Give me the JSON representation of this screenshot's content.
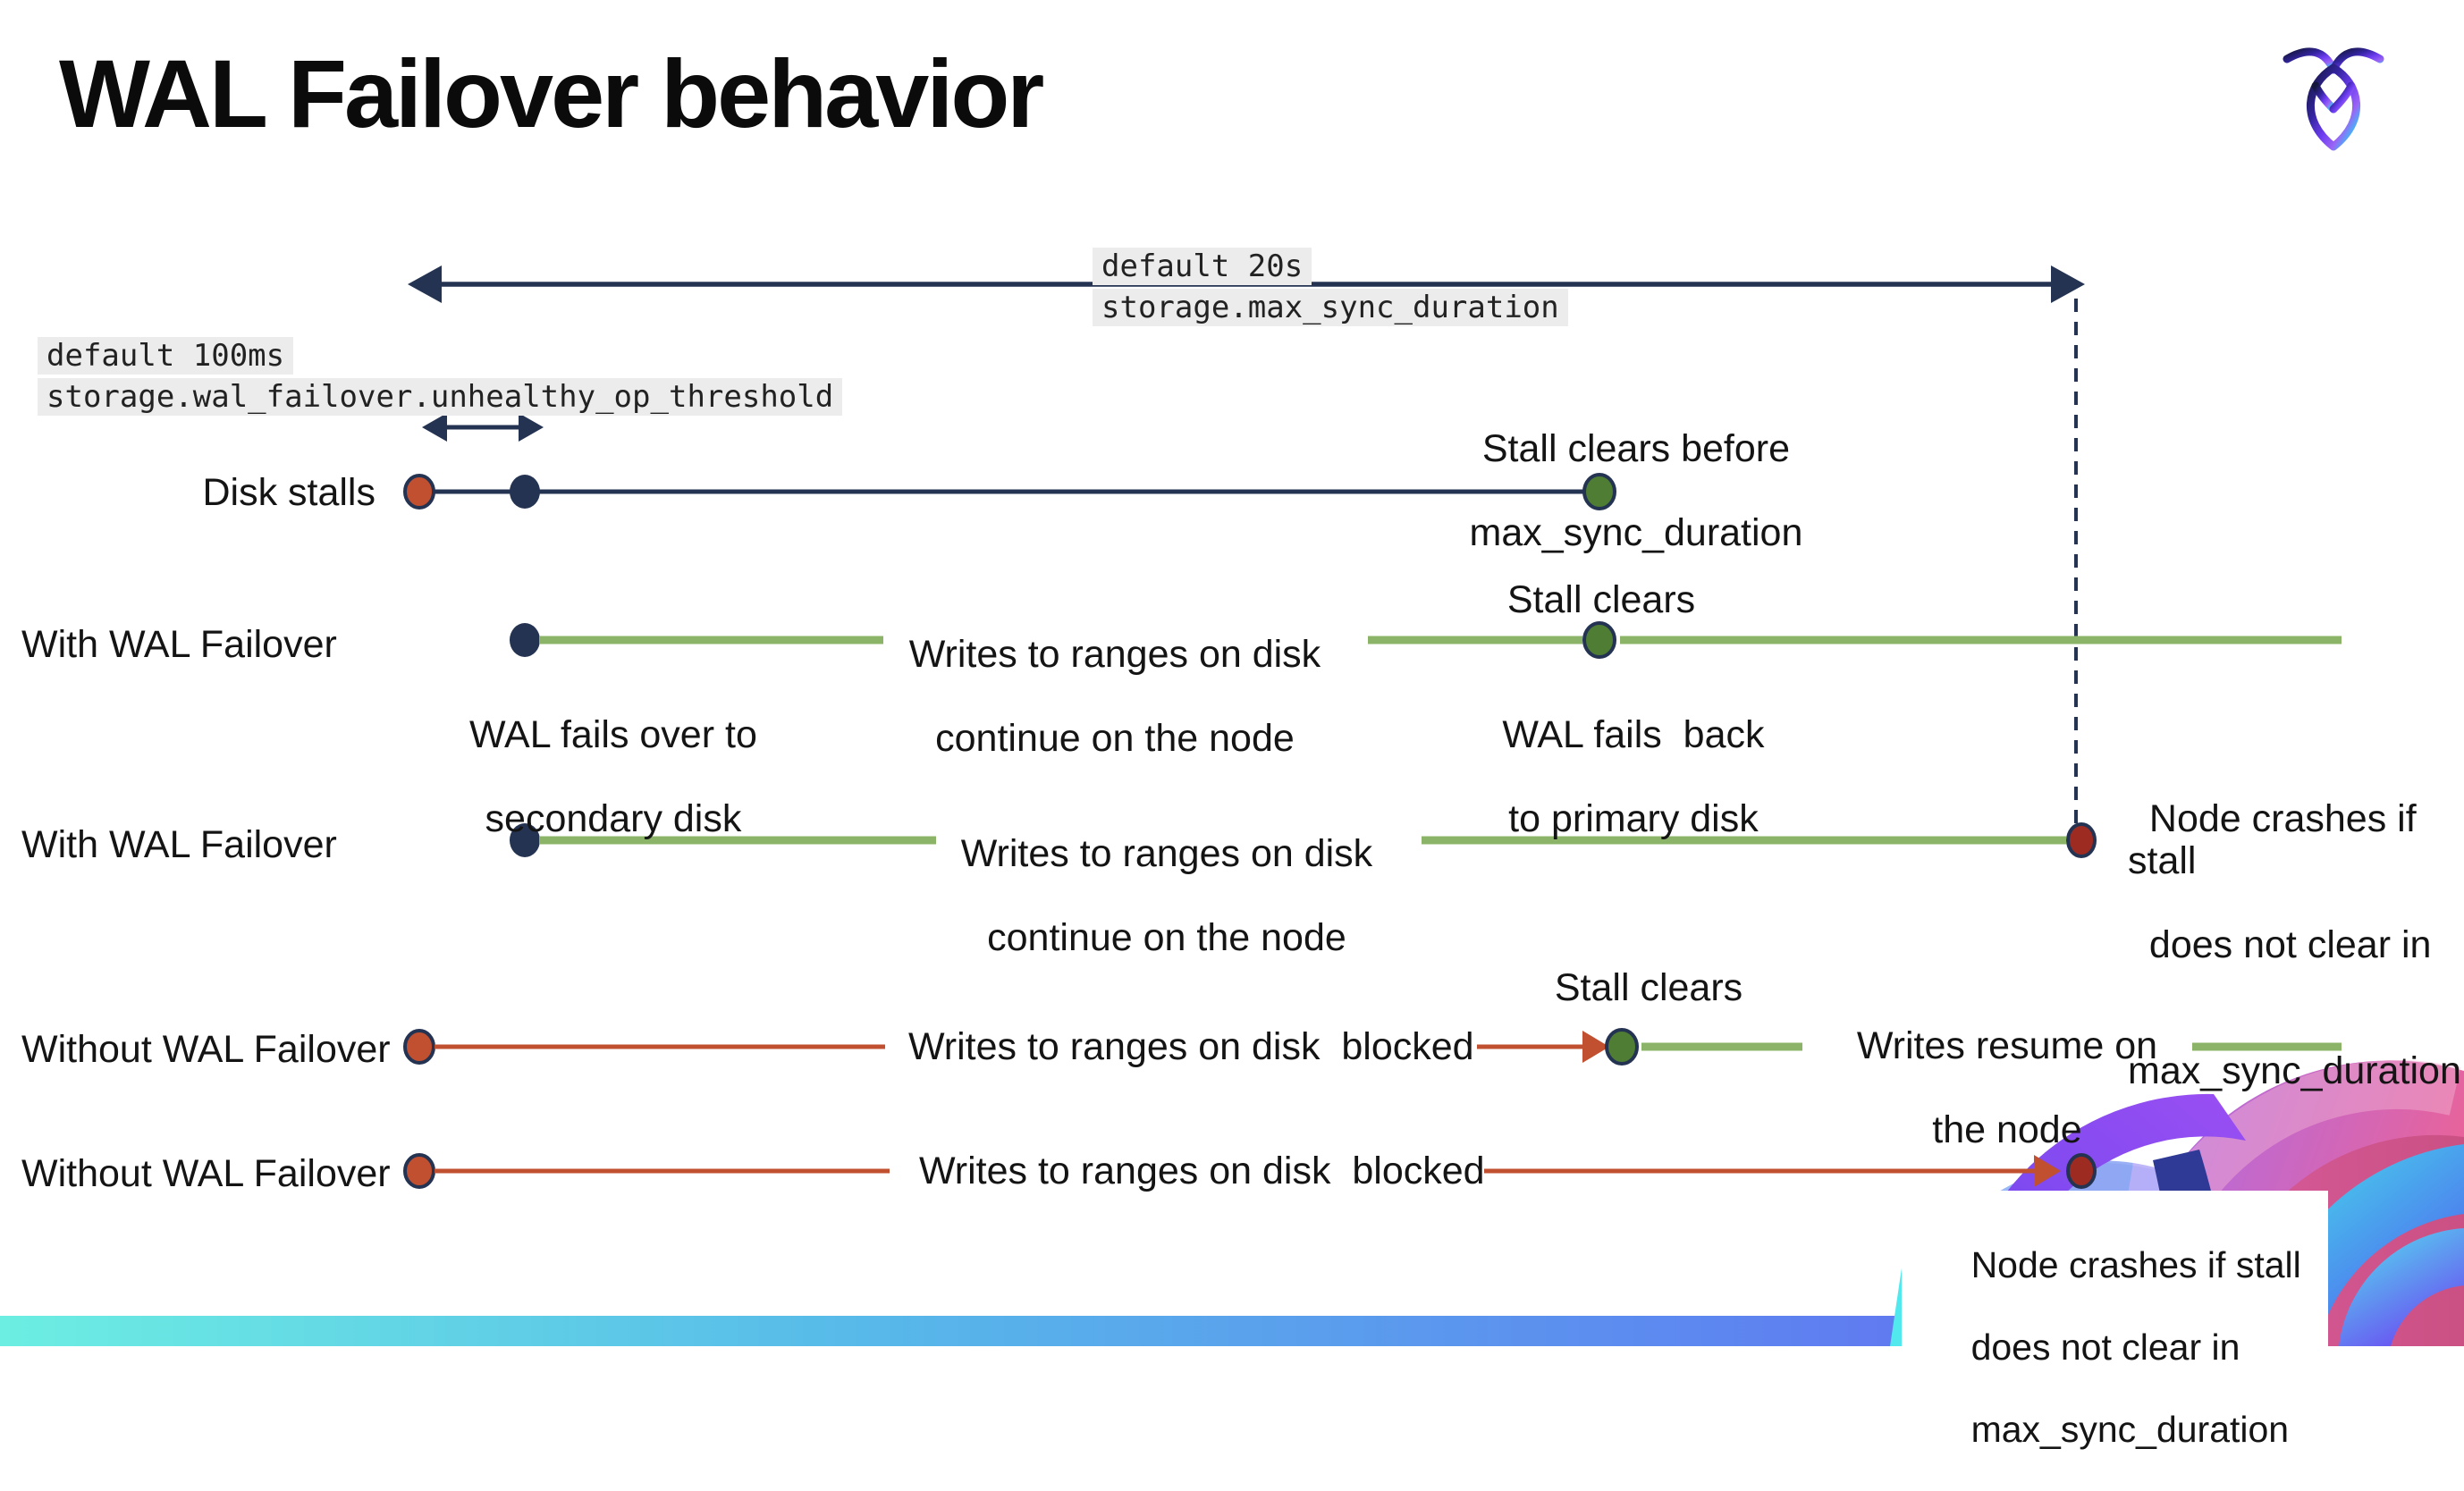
{
  "page": {
    "title": "WAL Failover behavior"
  },
  "annotations": {
    "max_sync_duration": {
      "default_label": "default 20s",
      "setting": "storage.max_sync_duration"
    },
    "unhealthy_op_threshold": {
      "default_label": "default 100ms",
      "setting": "storage.wal_failover.unhealthy_op_threshold"
    }
  },
  "row_labels": {
    "disk_stalls": "Disk stalls",
    "with_wal_failover_1": "With WAL Failover",
    "with_wal_failover_2": "With WAL Failover",
    "without_wal_failover_1": "Without WAL Failover",
    "without_wal_failover_2": "Without WAL Failover"
  },
  "captions": {
    "stall_clears_before": {
      "line1": "Stall clears before",
      "line2": "max_sync_duration"
    },
    "stall_clears_failover": "Stall clears",
    "wal_fails_over": {
      "line1": "WAL fails over to",
      "line2": "secondary disk"
    },
    "wal_fails_back": {
      "line1": "WAL fails  back",
      "line2": "to primary disk"
    },
    "writes_continue_1": {
      "line1": "Writes to ranges on disk",
      "line2": "continue on the node"
    },
    "writes_continue_2": {
      "line1": "Writes to ranges on disk",
      "line2": "continue on the node"
    },
    "node_crashes_mid": {
      "line1": "Node crashes if stall",
      "line2": "does not clear in",
      "line3": "max_sync_duration"
    },
    "writes_blocked_1": "Writes to ranges on disk  blocked",
    "writes_blocked_2": "Writes to ranges on disk  blocked",
    "stall_clears_without": "Stall clears",
    "writes_resume": {
      "line1": "Writes resume on",
      "line2": "the node"
    },
    "node_crashes_box": {
      "line1": "Node crashes if stall",
      "line2": "does not clear in",
      "line3": "max_sync_duration"
    }
  },
  "colors": {
    "navy": "#243352",
    "green_line": "#8cb469",
    "green_dot": "#4e7d33",
    "red": "#c0502f",
    "dark_red": "#9e2b21",
    "annotation_bg": "#ececec",
    "bottom_bar_gradient": [
      "#6ceee2",
      "#57b9e9",
      "#5d86f0",
      "#6c52f2"
    ]
  }
}
